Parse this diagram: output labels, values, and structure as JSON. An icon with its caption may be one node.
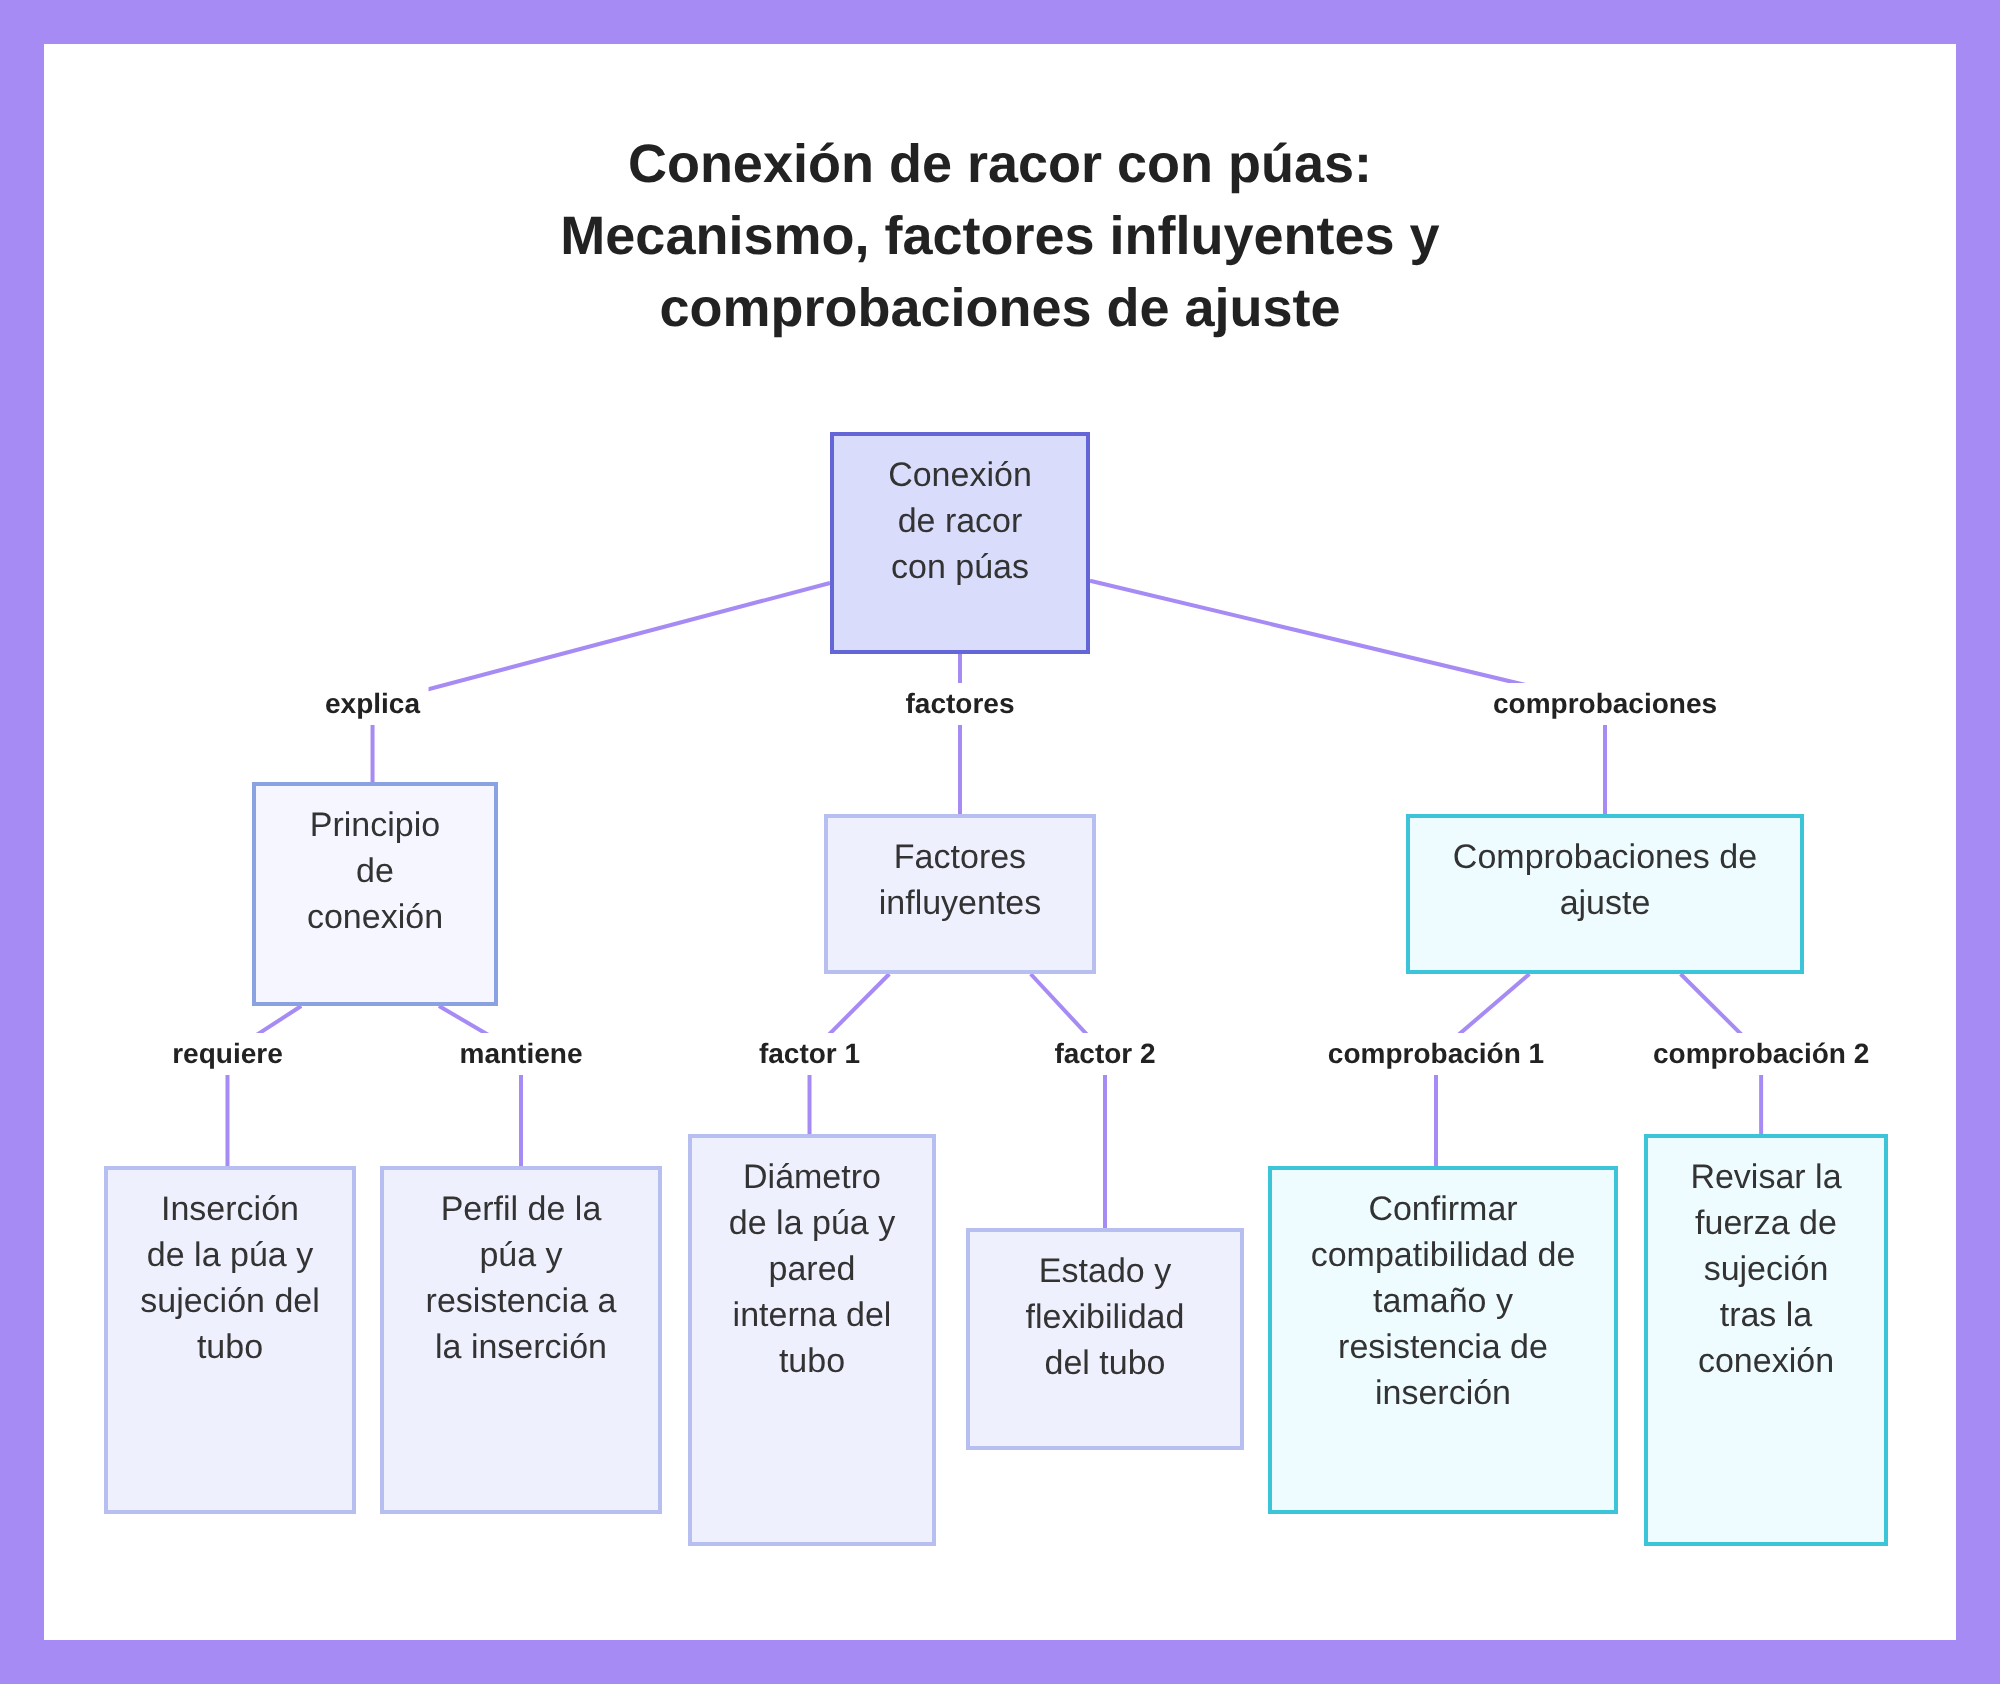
{
  "diagram": {
    "title": "Conexión de racor con púas: Mecanismo, factores influyentes y comprobaciones de ajuste",
    "nodes": [
      {
        "text": [
          "Conexión de racor con púas"
        ]
      },
      {
        "text": [
          "Principio de conexión"
        ]
      },
      {
        "text": [
          "Factores influyentes"
        ]
      },
      {
        "text": [
          "Comprobaciones de ajuste"
        ]
      },
      {
        "text": [
          "Inserción de la púa y sujeción del tubo"
        ]
      },
      {
        "text": [
          "Perfil de la púa y resistencia a la inserción"
        ]
      },
      {
        "text": [
          "Diámetro de la púa y pared interna del tubo"
        ]
      },
      {
        "text": [
          "Estado y flexibilidad del tubo"
        ]
      },
      {
        "text": [
          "Confirmar compatibilidad de tamaño y resistencia de inserción"
        ]
      },
      {
        "text": [
          "Revisar la fuerza de sujeción tras la conexión"
        ]
      }
    ],
    "edges": [
      {
        "from": 0,
        "to": 1,
        "arrow": "none",
        "label": "explica"
      },
      {
        "from": 0,
        "to": 2,
        "arrow": "none",
        "label": "factores"
      },
      {
        "from": 0,
        "to": 3,
        "arrow": "none",
        "label": "comprobaciones"
      },
      {
        "from": 1,
        "to": 4,
        "arrow": "none",
        "label": "requiere"
      },
      {
        "from": 1,
        "to": 5,
        "arrow": "none",
        "label": "mantiene"
      },
      {
        "from": 2,
        "to": 6,
        "arrow": "none",
        "label": "factor 1"
      },
      {
        "from": 2,
        "to": 7,
        "arrow": "none",
        "label": "factor 2"
      },
      {
        "from": 3,
        "to": 8,
        "arrow": "none",
        "label": "comprobación 1"
      },
      {
        "from": 3,
        "to": 9,
        "arrow": "none",
        "label": "comprobación 2"
      }
    ]
  }
}
